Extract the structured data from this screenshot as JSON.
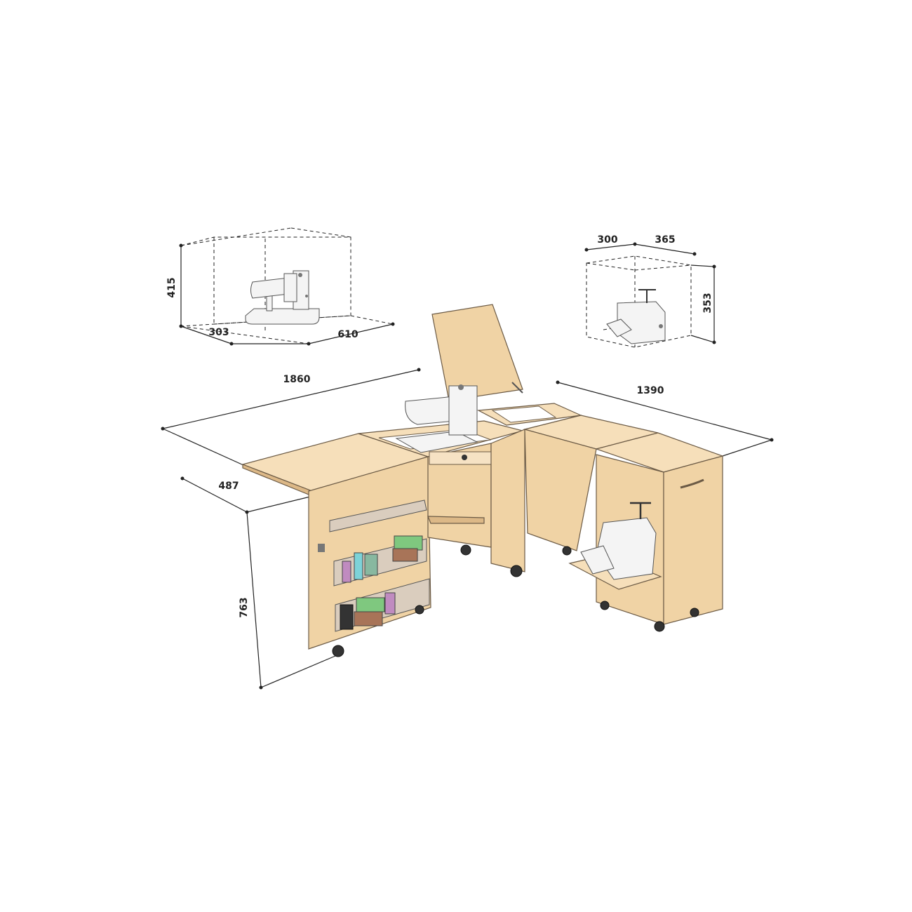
{
  "dimensions": {
    "sewing_machine_height": "415",
    "sewing_machine_depth": "303",
    "sewing_machine_width": "610",
    "overlock_depth": "300",
    "overlock_width": "365",
    "overlock_height": "353",
    "table_length": "1860",
    "table_depth": "487",
    "table_height": "763",
    "extension_length": "1390"
  },
  "colors": {
    "wood": "#f0d3a5",
    "wood_shadow": "#dcb887",
    "line": "#222222"
  }
}
